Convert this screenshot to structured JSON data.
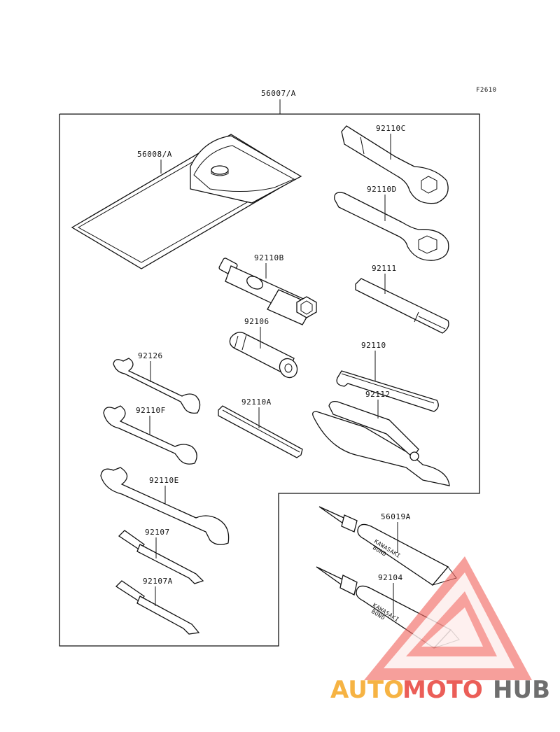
{
  "figure_code": "F2610",
  "kit_label": "56007/A",
  "parts": [
    {
      "id": "pouch",
      "label": "56008/A"
    },
    {
      "id": "wrench-92110c",
      "label": "92110C"
    },
    {
      "id": "wrench-92110d",
      "label": "92110D"
    },
    {
      "id": "socket-92110b",
      "label": "92110B"
    },
    {
      "id": "bar-92111",
      "label": "92111"
    },
    {
      "id": "socket-92106",
      "label": "92106"
    },
    {
      "id": "hexkey-92110",
      "label": "92110"
    },
    {
      "id": "spanner-92126",
      "label": "92126"
    },
    {
      "id": "pliers-92112",
      "label": "92112"
    },
    {
      "id": "spanner-92110a",
      "label": "92110A"
    },
    {
      "id": "spanner-92110f",
      "label": "92110F"
    },
    {
      "id": "spanner-92110e",
      "label": "92110E"
    },
    {
      "id": "screwdriver-92107",
      "label": "92107"
    },
    {
      "id": "screwdriver-92107a",
      "label": "92107A"
    },
    {
      "id": "bond-56019a",
      "label": "56019A"
    },
    {
      "id": "bond-92104",
      "label": "92104"
    }
  ],
  "tube_text": {
    "brand": "KAWASAKI",
    "product": "BOND"
  },
  "watermark": {
    "auto": "AUTO",
    "moto": "MOTO",
    "hub": "HUB",
    "color_auto": "#f5a623",
    "color_moto": "#e8423c",
    "color_hub": "#555555"
  }
}
